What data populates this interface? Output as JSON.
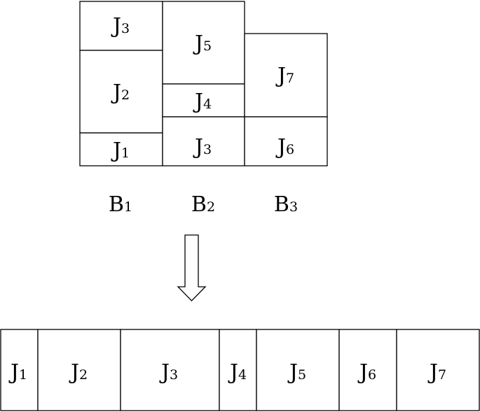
{
  "stacks": [
    {
      "name": "B",
      "sub": "1",
      "jobs": [
        {
          "name": "J",
          "sub": "3"
        },
        {
          "name": "J",
          "sub": "2"
        },
        {
          "name": "J",
          "sub": "1"
        }
      ]
    },
    {
      "name": "B",
      "sub": "2",
      "jobs": [
        {
          "name": "J",
          "sub": "5"
        },
        {
          "name": "J",
          "sub": "4"
        },
        {
          "name": "J",
          "sub": "3"
        }
      ]
    },
    {
      "name": "B",
      "sub": "3",
      "jobs": [
        {
          "name": "J",
          "sub": "7"
        },
        {
          "name": "J",
          "sub": "6"
        }
      ]
    }
  ],
  "sequence": [
    {
      "name": "J",
      "sub": "1"
    },
    {
      "name": "J",
      "sub": "2"
    },
    {
      "name": "J",
      "sub": "3"
    },
    {
      "name": "J",
      "sub": "4"
    },
    {
      "name": "J",
      "sub": "5"
    },
    {
      "name": "J",
      "sub": "6"
    },
    {
      "name": "J",
      "sub": "7"
    }
  ]
}
